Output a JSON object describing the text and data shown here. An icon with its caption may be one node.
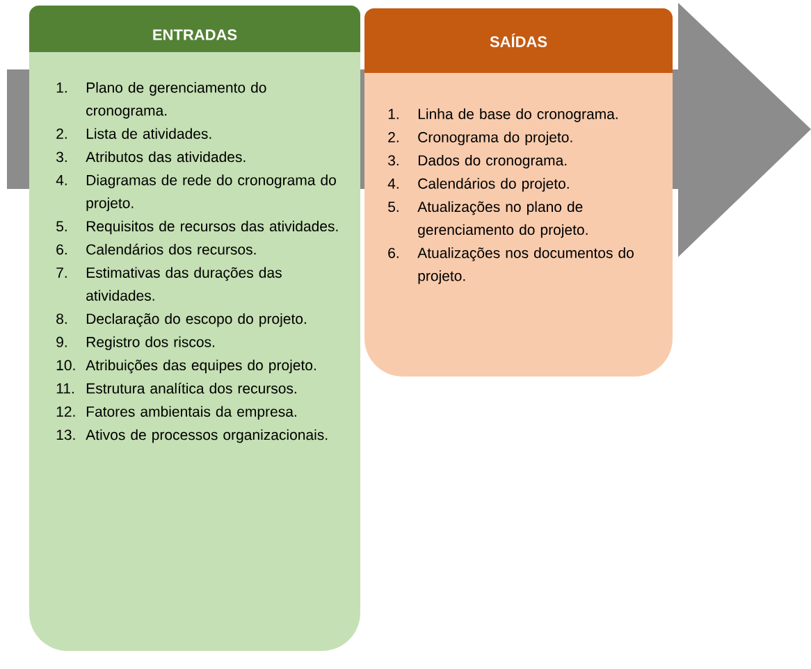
{
  "diagram": {
    "nodes": [
      {
        "text": [
          "ENTRADAS",
          "1.",
          "Plano de gerenciamento do cronograma.",
          "2.",
          "Lista de atividades.",
          "3.",
          "Atributos das atividades.",
          "4.",
          "Diagramas de rede do cronograma do projeto.",
          "5.",
          "Requisitos de recursos das atividades.",
          "6.",
          "Calendários dos recursos.",
          "7.",
          "Estimativas das durações das atividades.",
          "8.",
          "Declaração do escopo do projeto.",
          "9.",
          "Registro dos riscos.",
          "10.",
          "Atribuições das equipes do projeto.",
          "11.",
          "Estrutura analítica dos recursos.",
          "12.",
          "Fatores ambientais da empresa.",
          "13.",
          "Ativos de processos organizacionais."
        ]
      },
      {
        "text": [
          "SAÍDAS",
          "1.",
          "Linha de base do cronograma.",
          "2.",
          "Cronograma do projeto.",
          "3.",
          "Dados do cronograma.",
          "4.",
          "Calendários do projeto.",
          "5.",
          "Atualizações no plano de gerenciamento do projeto.",
          "6.",
          "Atualizações nos documentos do projeto."
        ]
      }
    ]
  }
}
